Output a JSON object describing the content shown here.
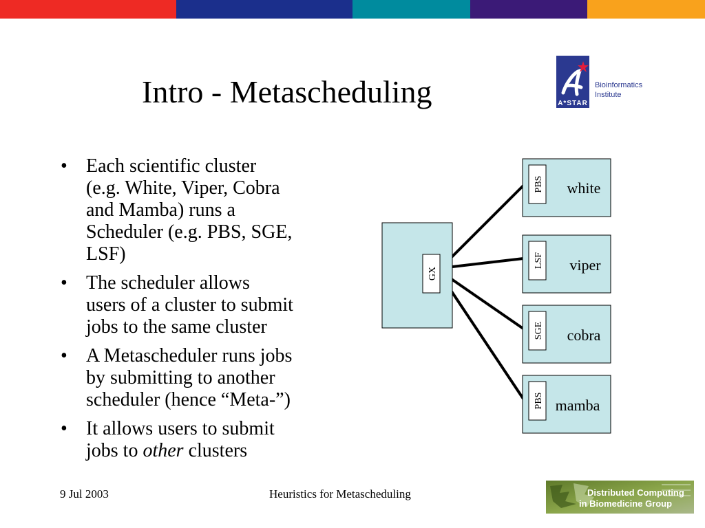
{
  "slide": {
    "title": "Intro - Metascheduling",
    "bullets": [
      {
        "marker": "•",
        "lines": [
          {
            "runs": [
              {
                "text": "Each scientific cluster"
              }
            ]
          },
          {
            "runs": [
              {
                "text": "(e.g. White, Viper, Cobra"
              }
            ]
          },
          {
            "runs": [
              {
                "text": "and Mamba) runs a"
              }
            ]
          },
          {
            "runs": [
              {
                "text": "Scheduler (e.g. PBS, SGE,"
              }
            ]
          },
          {
            "runs": [
              {
                "text": "LSF)"
              }
            ]
          }
        ]
      },
      {
        "marker": "•",
        "lines": [
          {
            "runs": [
              {
                "text": "The scheduler allows"
              }
            ]
          },
          {
            "runs": [
              {
                "text": "users of a cluster to submit"
              }
            ]
          },
          {
            "runs": [
              {
                "text": "jobs to the same cluster"
              }
            ]
          }
        ]
      },
      {
        "marker": "•",
        "lines": [
          {
            "runs": [
              {
                "text": "A Metascheduler runs jobs"
              }
            ]
          },
          {
            "runs": [
              {
                "text": "by submitting to another"
              }
            ]
          },
          {
            "runs": [
              {
                "text": "scheduler (hence “Meta-”)"
              }
            ]
          }
        ]
      },
      {
        "marker": "•",
        "lines": [
          {
            "runs": [
              {
                "text": "It allows users to submit"
              }
            ]
          },
          {
            "runs": [
              {
                "text": "jobs to "
              },
              {
                "text": "other",
                "italic": true
              },
              {
                "text": " clusters"
              }
            ]
          }
        ]
      }
    ],
    "footer": {
      "date": "9 Jul 2003",
      "center": "Heuristics for Metascheduling"
    }
  },
  "diagram": {
    "metascheduler": {
      "label": "GX"
    },
    "clusters": [
      {
        "name": "white",
        "scheduler": "PBS"
      },
      {
        "name": "viper",
        "scheduler": "LSF"
      },
      {
        "name": "cobra",
        "scheduler": "SGE"
      },
      {
        "name": "mamba",
        "scheduler": "PBS"
      }
    ]
  },
  "logos": {
    "astar": {
      "name": "A*STAR",
      "line1": "Bioinformatics",
      "line2": "Institute"
    },
    "dcbg": {
      "line1": "Distributed Computing",
      "line2": "in Biomedicine Group"
    }
  },
  "colors": {
    "topbar": [
      "#ee2a24",
      "#1b2f8c",
      "#008b9e",
      "#3b1a77",
      "#f9a21c"
    ],
    "node_fill": "#c5e6e9",
    "astar_blue": "#2b3990",
    "astar_red": "#e31d3c"
  }
}
